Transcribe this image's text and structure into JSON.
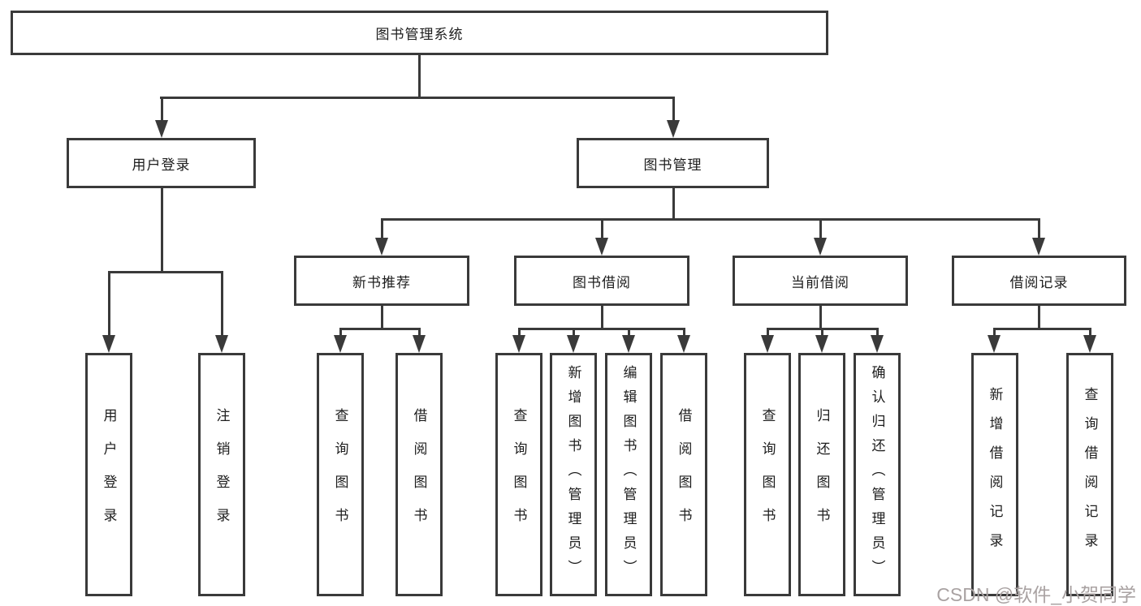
{
  "tree": {
    "root": {
      "label": "图书管理系统"
    },
    "children": [
      {
        "label": "用户登录",
        "children": [
          {
            "label": "用户登录"
          },
          {
            "label": "注销登录"
          }
        ]
      },
      {
        "label": "图书管理",
        "children": [
          {
            "label": "新书推荐",
            "children": [
              {
                "label": "查询图书"
              },
              {
                "label": "借阅图书"
              }
            ]
          },
          {
            "label": "图书借阅",
            "children": [
              {
                "label": "查询图书"
              },
              {
                "label": "新增图书（管理员）"
              },
              {
                "label": "编辑图书（管理员）"
              },
              {
                "label": "借阅图书"
              }
            ]
          },
          {
            "label": "当前借阅",
            "children": [
              {
                "label": "查询图书"
              },
              {
                "label": "归还图书"
              },
              {
                "label": "确认归还（管理员）"
              }
            ]
          },
          {
            "label": "借阅记录",
            "children": [
              {
                "label": "新增借阅记录"
              },
              {
                "label": "查询借阅记录"
              }
            ]
          }
        ]
      }
    ]
  },
  "watermark": {
    "text": "CSDN @软件_小贺同学"
  },
  "colors": {
    "line": "#3a3a3a",
    "text": "#1d1d1d",
    "background": "#ffffff",
    "watermark": "#a9a2a2"
  }
}
